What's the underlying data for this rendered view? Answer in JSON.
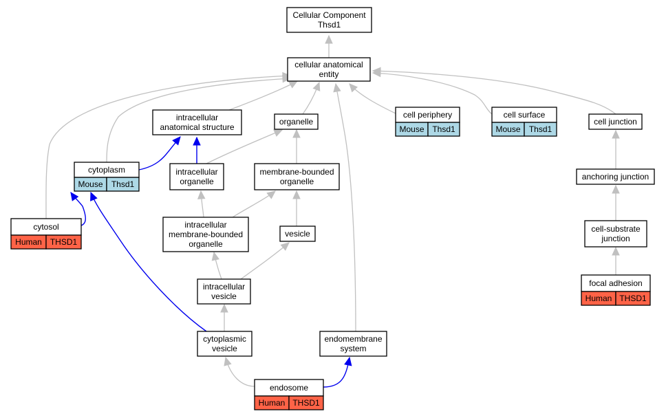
{
  "colors": {
    "mouse": "#add8e6",
    "human": "#ff6347",
    "is_a_edge": "#c0c0c0",
    "part_of_edge": "#0000ee"
  },
  "nodes": {
    "root": {
      "lines": [
        "Cellular Component",
        "Thsd1"
      ]
    },
    "cae": {
      "lines": [
        "cellular anatomical",
        "entity"
      ]
    },
    "ias": {
      "lines": [
        "intracellular",
        "anatomical structure"
      ]
    },
    "organelle": {
      "lines": [
        "organelle"
      ]
    },
    "cell_periphery": {
      "lines": [
        "cell periphery"
      ],
      "annotations": [
        [
          "Mouse",
          "Thsd1"
        ]
      ]
    },
    "cell_surface": {
      "lines": [
        "cell surface"
      ],
      "annotations": [
        [
          "Mouse",
          "Thsd1"
        ]
      ]
    },
    "cell_junction": {
      "lines": [
        "cell junction"
      ]
    },
    "cytoplasm": {
      "lines": [
        "cytoplasm"
      ],
      "annotations": [
        [
          "Mouse",
          "Thsd1"
        ]
      ]
    },
    "io": {
      "lines": [
        "intracellular",
        "organelle"
      ]
    },
    "mbo": {
      "lines": [
        "membrane-bounded",
        "organelle"
      ]
    },
    "anchoring": {
      "lines": [
        "anchoring junction"
      ]
    },
    "cytosol": {
      "lines": [
        "cytosol"
      ],
      "annotations": [
        [
          "Human",
          "THSD1"
        ]
      ]
    },
    "imbo": {
      "lines": [
        "intracellular",
        "membrane-bounded",
        "organelle"
      ]
    },
    "vesicle": {
      "lines": [
        "vesicle"
      ]
    },
    "csj": {
      "lines": [
        "cell-substrate",
        "junction"
      ]
    },
    "iv": {
      "lines": [
        "intracellular",
        "vesicle"
      ]
    },
    "focal": {
      "lines": [
        "focal adhesion"
      ],
      "annotations": [
        [
          "Human",
          "THSD1"
        ]
      ]
    },
    "cv": {
      "lines": [
        "cytoplasmic",
        "vesicle"
      ]
    },
    "endomembrane": {
      "lines": [
        "endomembrane",
        "system"
      ]
    },
    "endosome": {
      "lines": [
        "endosome"
      ],
      "annotations": [
        [
          "Human",
          "THSD1"
        ]
      ]
    }
  },
  "edges": [
    {
      "from": "cae",
      "to": "root",
      "kind": "is_a"
    },
    {
      "from": "ias",
      "to": "cae",
      "kind": "is_a"
    },
    {
      "from": "organelle",
      "to": "cae",
      "kind": "is_a"
    },
    {
      "from": "cell_periphery",
      "to": "cae",
      "kind": "is_a"
    },
    {
      "from": "cell_surface",
      "to": "cae",
      "kind": "is_a"
    },
    {
      "from": "cell_junction",
      "to": "cae",
      "kind": "is_a"
    },
    {
      "from": "cytoplasm",
      "to": "cae",
      "kind": "is_a"
    },
    {
      "from": "cytosol",
      "to": "cae",
      "kind": "is_a"
    },
    {
      "from": "endomembrane",
      "to": "cae",
      "kind": "is_a"
    },
    {
      "from": "cytoplasm",
      "to": "ias",
      "kind": "part_of"
    },
    {
      "from": "io",
      "to": "ias",
      "kind": "part_of"
    },
    {
      "from": "io",
      "to": "organelle",
      "kind": "is_a"
    },
    {
      "from": "mbo",
      "to": "organelle",
      "kind": "is_a"
    },
    {
      "from": "anchoring",
      "to": "cell_junction",
      "kind": "is_a"
    },
    {
      "from": "cytosol",
      "to": "cytoplasm",
      "kind": "part_of"
    },
    {
      "from": "cv",
      "to": "cytoplasm",
      "kind": "part_of"
    },
    {
      "from": "imbo",
      "to": "io",
      "kind": "is_a"
    },
    {
      "from": "imbo",
      "to": "mbo",
      "kind": "is_a"
    },
    {
      "from": "vesicle",
      "to": "mbo",
      "kind": "is_a"
    },
    {
      "from": "csj",
      "to": "anchoring",
      "kind": "is_a"
    },
    {
      "from": "iv",
      "to": "imbo",
      "kind": "is_a"
    },
    {
      "from": "iv",
      "to": "vesicle",
      "kind": "is_a"
    },
    {
      "from": "focal",
      "to": "csj",
      "kind": "is_a"
    },
    {
      "from": "cv",
      "to": "iv",
      "kind": "is_a"
    },
    {
      "from": "endosome",
      "to": "cv",
      "kind": "is_a"
    },
    {
      "from": "endosome",
      "to": "endomembrane",
      "kind": "part_of"
    }
  ]
}
